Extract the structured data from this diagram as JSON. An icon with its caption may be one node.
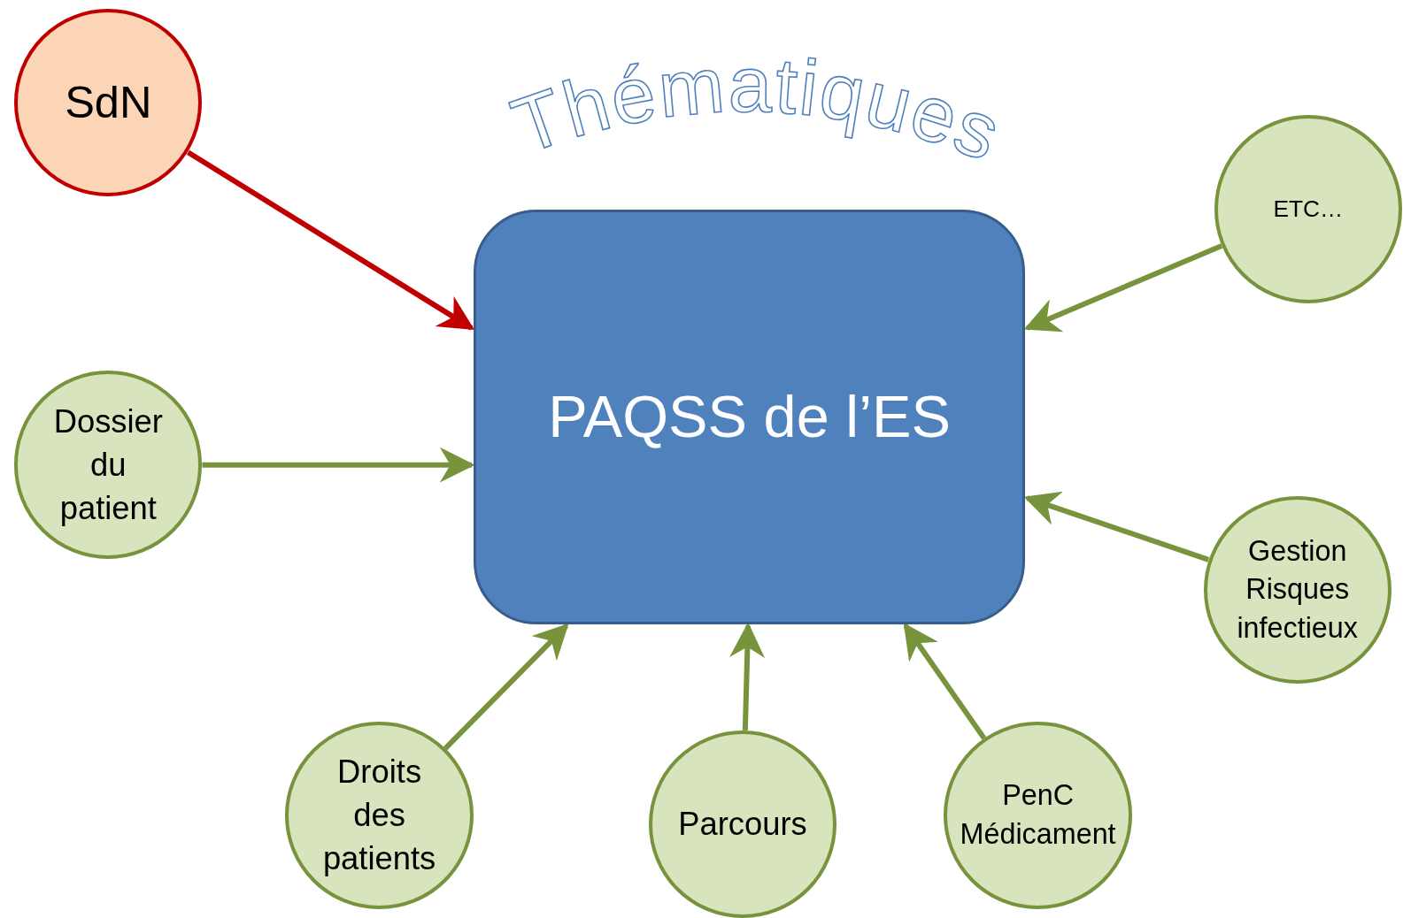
{
  "diagram": {
    "title": "Thématiques",
    "nodes": [
      {
        "text": [
          "PAQSS de l’ES"
        ]
      },
      {
        "text": [
          "SdN"
        ]
      },
      {
        "text": [
          "Dossier du patient"
        ]
      },
      {
        "text": [
          "Droits des patients"
        ]
      },
      {
        "text": [
          "Parcours"
        ]
      },
      {
        "text": [
          "PenC Médicament"
        ]
      },
      {
        "text": [
          "Gestion Risques infectieux"
        ]
      },
      {
        "text": [
          "ETC…"
        ]
      }
    ],
    "edges": [
      {
        "from": 1,
        "to": 0,
        "arrow": "to",
        "color": "#c00000"
      },
      {
        "from": 2,
        "to": 0,
        "arrow": "to"
      },
      {
        "from": 3,
        "to": 0,
        "arrow": "to"
      },
      {
        "from": 4,
        "to": 0,
        "arrow": "to"
      },
      {
        "from": 5,
        "to": 0,
        "arrow": "to"
      },
      {
        "from": 6,
        "to": 0,
        "arrow": "to"
      },
      {
        "from": 7,
        "to": 0,
        "arrow": "to"
      }
    ]
  }
}
